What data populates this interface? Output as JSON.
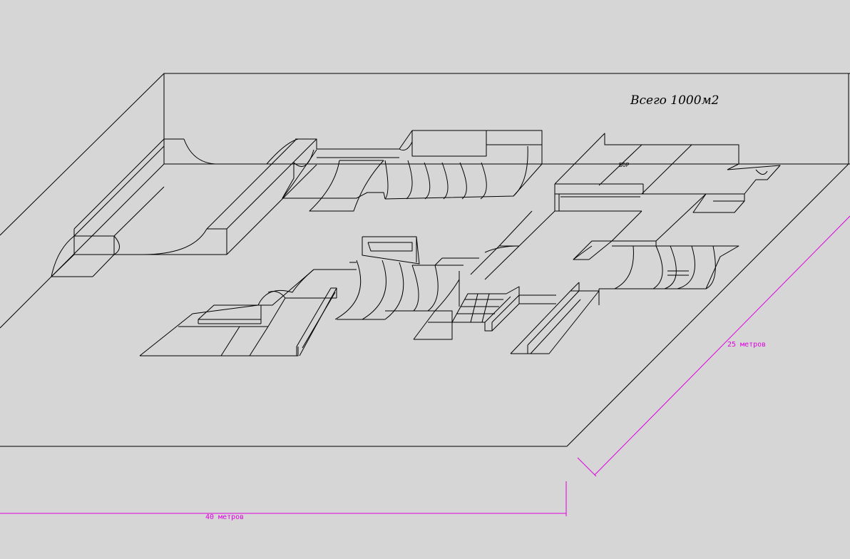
{
  "labels": {
    "total_area": "Всего 1000м2",
    "width_dim": "40 метров",
    "depth_dim": "25 метров",
    "box_tag": "БОР"
  },
  "colors": {
    "background": "#d6d6d6",
    "lines": "#000000",
    "dimension": "#e000e0"
  }
}
